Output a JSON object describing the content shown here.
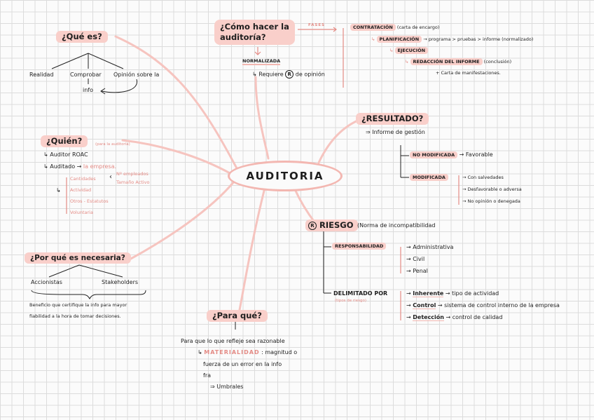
{
  "center": "AUDITORIA",
  "que_es": {
    "title": "¿Qué es?",
    "items": [
      "Realidad",
      "Comprobar",
      "Opinión sobre la"
    ],
    "info": "info"
  },
  "como": {
    "title_line1": "¿Cómo hacer la",
    "title_line2": "auditoría?",
    "fases": "FASES",
    "normalizada": "NORMALIZADA",
    "requiere_pre": "↳ Requiere",
    "requiere_mark": "R",
    "requiere_post": "de opinión",
    "contratacion": "CONTRATACIÓN",
    "contratacion_note": "(carta de encargo)",
    "planificacion": "PLANIFICACIÓN",
    "planificacion_note": "→ programa > pruebas > informe (normalizado)",
    "ejecucion": "EJECUCIÓN",
    "redaccion": "REDACCIÓN DEL INFORME",
    "redaccion_note": "(conclusión)",
    "carta": "+ Carta de manifestaciones."
  },
  "quien": {
    "title": "¿Quién?",
    "note": "(para la auditoría)",
    "roac": "↳ Auditor ROAC",
    "auditado": "↳ Auditado →",
    "empresa": "la empresa.",
    "n_empleados": "Nº empleados",
    "tamano": "Tamaño Activo",
    "cantidades": "Cantidades",
    "actividad": "Actividad",
    "otros": "Otros - Estatutos",
    "voluntaria": "Voluntaria"
  },
  "por_que": {
    "title": "¿Por qué es necesaria?",
    "accionistas": "Accionistas",
    "stakeholders": "Stakeholders",
    "desc_line1": "Beneficio que certifique la info para mayor",
    "desc_line2": "fiabilidad a la hora de tomar decisiones."
  },
  "para_que": {
    "title": "¿Para qué?",
    "line1": "Para que lo que refleje sea razonable",
    "materialidad_pre": "↳",
    "materialidad": "MATERIALIDAD",
    "materialidad_post": ": magnitud o",
    "line3": "fuerza de un error en la info",
    "line4": "fra",
    "umbrales": "⇒ Umbrales"
  },
  "resultado": {
    "title": "¿RESULTADO?",
    "informe": "⇒ Informe de gestión",
    "no_modificada": "NO MODIFICADA",
    "favorable": "→ Favorable",
    "modificada": "MODIFICADA",
    "mod_items": [
      "→ Con salvedades",
      "→ Desfavorable o adversa",
      "→ No opinión o denegada"
    ]
  },
  "riesgo": {
    "mark": "R",
    "title": "RIESGO",
    "note": "(Norma de incompatibilidad",
    "responsabilidad": "RESPONSABILIDAD",
    "resp_items": [
      "→ Administrativa",
      "→ Civil",
      "→ Penal"
    ],
    "delimitado": "DELIMITADO POR",
    "tipos": "(tipos de riesgo)",
    "inherente": "Inherente",
    "inherente_note": "→ tipo de actividad",
    "control": "Control",
    "control_note": "→ sistema de control interno de la empresa",
    "deteccion": "Detección",
    "deteccion_note": "→ control de calidad"
  }
}
